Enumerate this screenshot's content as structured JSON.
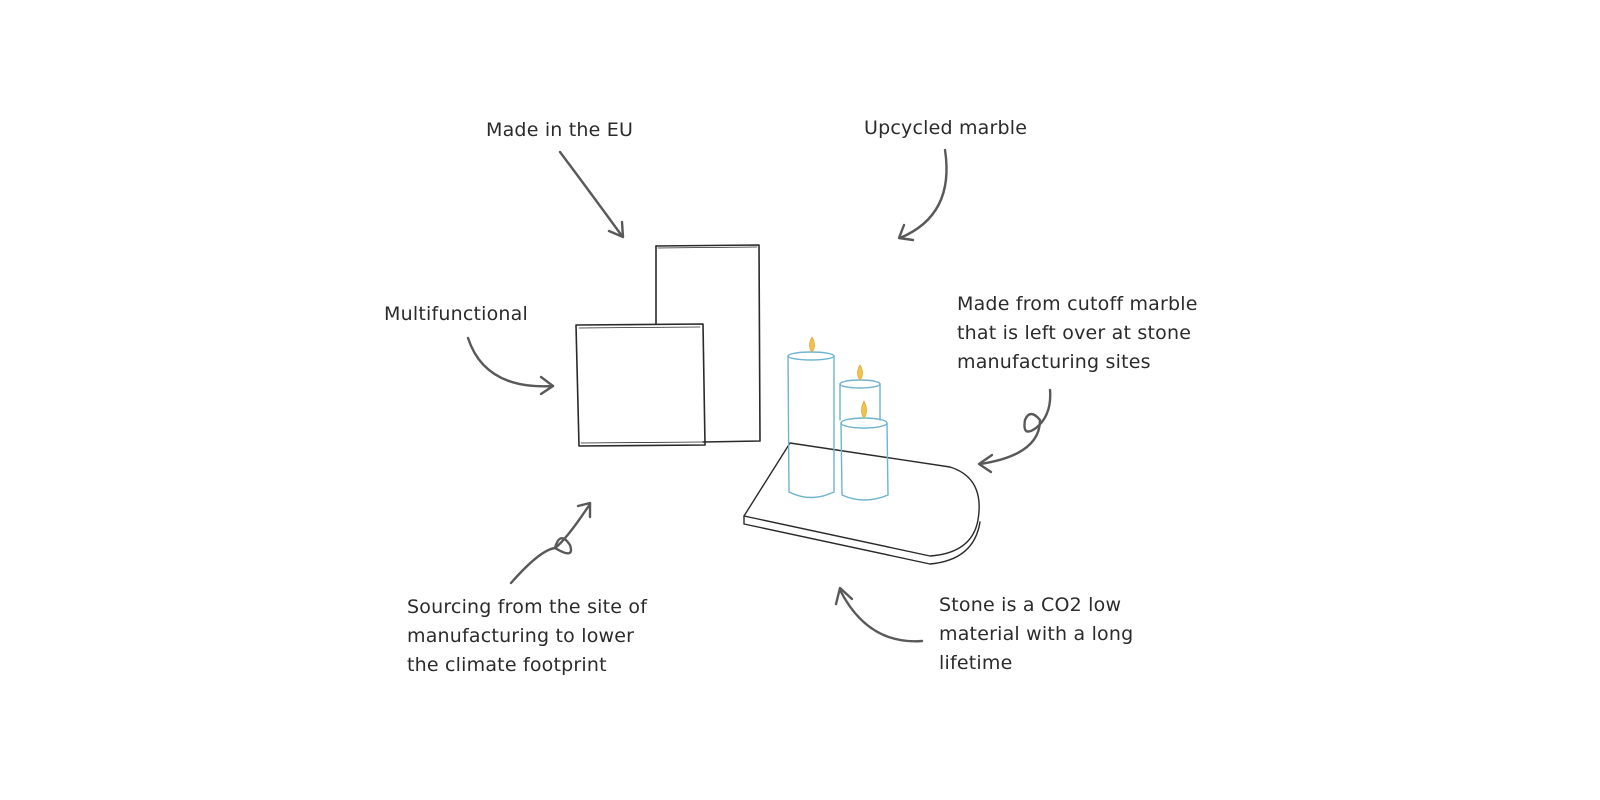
{
  "labels": {
    "made_in_eu": "Made in the EU",
    "upcycled_marble": "Upcycled marble",
    "multifunctional": "Multifunctional",
    "cutoff_marble": [
      "Made from cutoff marble",
      "that is left over at stone",
      "manufacturing sites"
    ],
    "sourcing": [
      "Sourcing from the site of",
      "manufacturing to lower",
      "the climate footprint"
    ],
    "stone_co2": [
      "Stone is a CO2 low",
      "material with a long",
      "lifetime"
    ]
  },
  "colors": {
    "text": "#2b2b2b",
    "arrow": "#595959",
    "outline": "#2a2a2a",
    "candle_outline": "#6fb3cf",
    "flame": "#f2c14e"
  },
  "icons": {
    "arrows": "hand-drawn-arrow-icon",
    "marble_blocks": "marble-block-icon",
    "tray": "marble-tray-icon",
    "candles": "candle-icon"
  }
}
